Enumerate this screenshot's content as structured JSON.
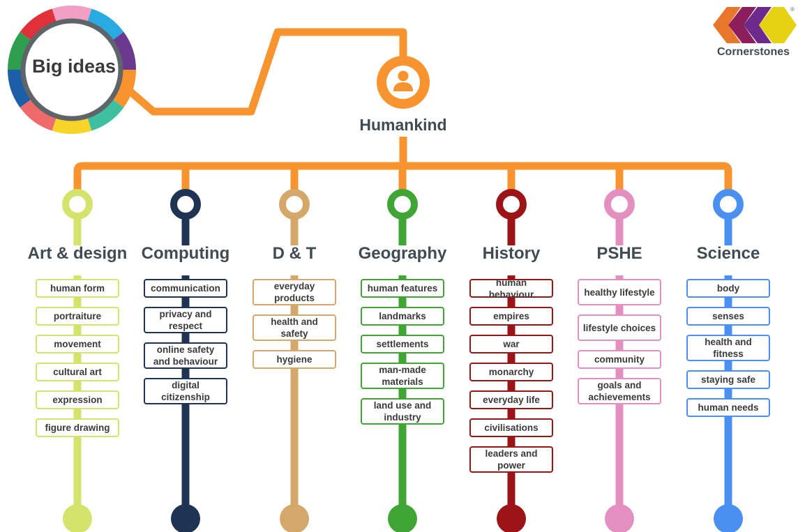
{
  "big_ideas": {
    "label": "Big ideas"
  },
  "hub": {
    "label": "Humankind",
    "icon": "person-icon"
  },
  "logo": {
    "text": "Cornerstones",
    "registered": "®",
    "colors": [
      "#e8762b",
      "#8b1e5b",
      "#6b2a8c",
      "#c9a519",
      "#e5d212"
    ]
  },
  "colors": {
    "connector": "#f7942f",
    "wheel": [
      "#f29fc5",
      "#29abe2",
      "#6b3a8f",
      "#f7942f",
      "#3dbfa0",
      "#f7d428",
      "#ef6a6a",
      "#1c5fa8",
      "#2e9e4f",
      "#e0303a"
    ]
  },
  "subjects": [
    {
      "name": "Art & design",
      "color": "#d4e36b",
      "topics": [
        "human form",
        "portraiture",
        "movement",
        "cultural art",
        "expression",
        "figure drawing"
      ]
    },
    {
      "name": "Computing",
      "color": "#1f3352",
      "topics": [
        "communication",
        "privacy and respect",
        "online safety and behaviour",
        "digital citizenship"
      ]
    },
    {
      "name": "D & T",
      "color": "#d4a86a",
      "topics": [
        "everyday products",
        "health and safety",
        "hygiene"
      ]
    },
    {
      "name": "Geography",
      "color": "#3fa535",
      "topics": [
        "human features",
        "landmarks",
        "settlements",
        "man-made materials",
        "land use and industry"
      ]
    },
    {
      "name": "History",
      "color": "#9b1518",
      "topics": [
        "human behaviour",
        "empires",
        "war",
        "monarchy",
        "everyday life",
        "civilisations",
        "leaders and power"
      ]
    },
    {
      "name": "PSHE",
      "color": "#e38fbf",
      "topics": [
        "healthy lifestyle",
        "lifestyle choices",
        "community",
        "goals and achievements"
      ]
    },
    {
      "name": "Science",
      "color": "#4a90f0",
      "topics": [
        "body",
        "senses",
        "health and fitness",
        "staying safe",
        "human needs"
      ]
    }
  ]
}
